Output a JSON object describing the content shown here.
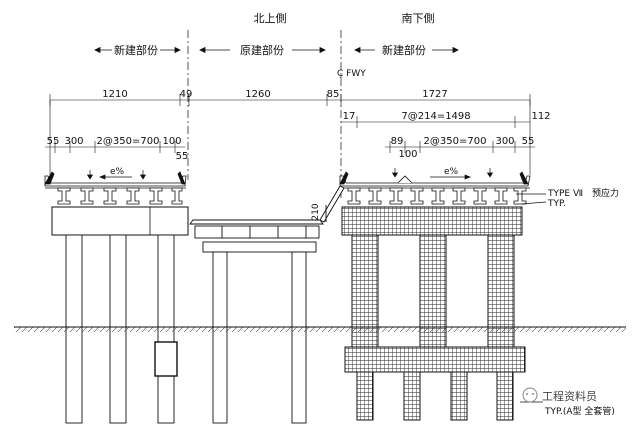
{
  "header": {
    "north_side": "北上側",
    "south_side": "南下側",
    "new_part_left": "新建部份",
    "existing_part": "原建部份",
    "new_part_right": "新建部份",
    "center_line": "Ç FWY"
  },
  "dimensions": {
    "left_width": "1210",
    "left_gap": "49",
    "middle_width": "1260",
    "right_gap": "85",
    "right_width": "1727",
    "right_offset": "17",
    "right_beam_spacing": "7@214=1498",
    "right_edge": "112",
    "left_spacing_a": "55",
    "left_spacing_b": "300",
    "left_spacing_c": "2@350=700",
    "left_spacing_d": "100",
    "left_edge_drop": "55",
    "right_spacing_a": "89",
    "right_spacing_b": "2@350=700",
    "right_spacing_c": "300",
    "right_spacing_d": "55",
    "right_sub": "100",
    "slope_left": "e%",
    "slope_right": "e%",
    "vertical_dim": "210"
  },
  "labels": {
    "type_line1": "TYPE Ⅶ",
    "type_line1_cn": "预应力",
    "type_line2": "TYP.",
    "bottom_note": "TYP.(A型 全套管)",
    "watermark": "工程资料员"
  }
}
